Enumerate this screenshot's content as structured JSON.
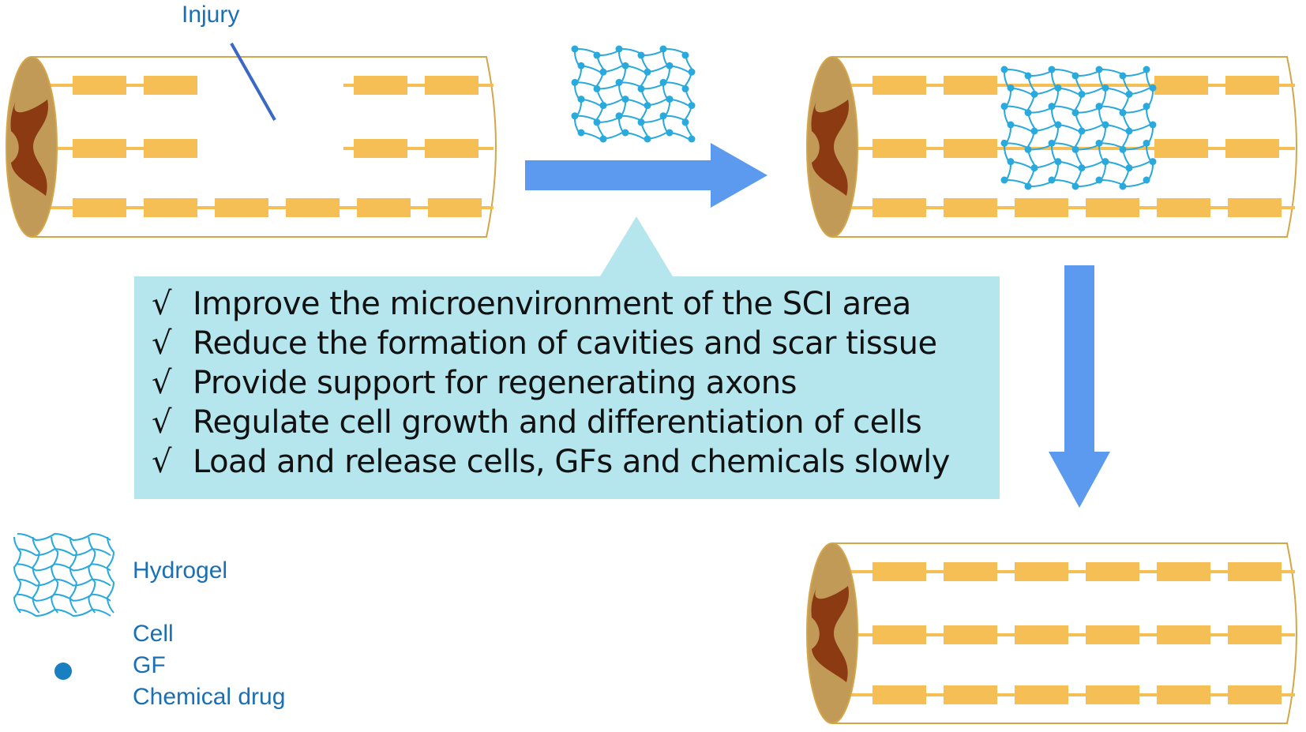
{
  "labels": {
    "injury": "Injury"
  },
  "benefits": [
    "Improve the microenvironment of the SCI area",
    "Reduce the formation of cavities and scar tissue",
    "Provide support for regenerating axons",
    "Regulate cell growth and differentiation of cells",
    "Load and release cells, GFs and chemicals slowly"
  ],
  "check_mark": "√",
  "legend": {
    "hydrogel": "Hydrogel",
    "cell": "Cell",
    "gf": "GF",
    "chemical_drug": "Chemical drug"
  },
  "colors": {
    "cord_outline": "#d4a64a",
    "cord_face": "#c29a58",
    "gray_matter": "#8b3a12",
    "axon": "#f5bf55",
    "arrow": "#5b9aef",
    "hydrogel": "#2aa9dc",
    "box": "#b5e6ee",
    "label": "#1a6fb5"
  }
}
